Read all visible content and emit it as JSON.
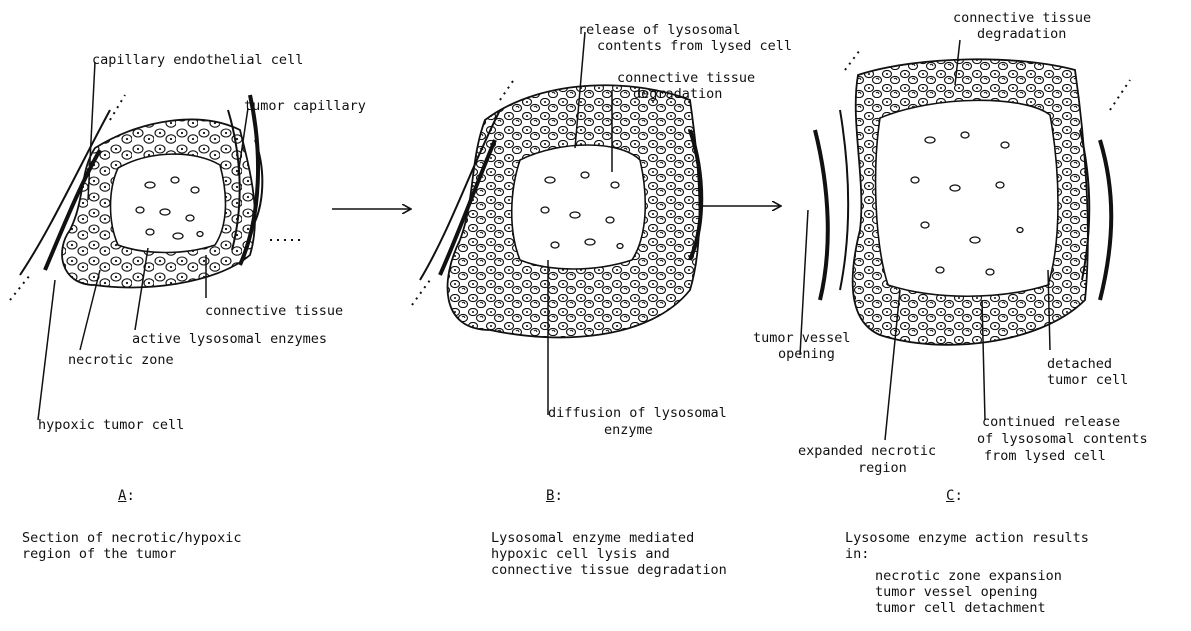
{
  "panels": {
    "a": {
      "letter": "A",
      "suffix": ":",
      "caption": [
        "Section of necrotic/hypoxic",
        "region of the tumor"
      ],
      "labels": {
        "capillary_endothelial_cell": "capillary endothelial cell",
        "tumor_capillary": "tumor capillary",
        "connective_tissue": "connective tissue",
        "active_lysosomal_enzymes": "active lysosomal enzymes",
        "necrotic_zone": "necrotic zone",
        "hypoxic_tumor_cell": "hypoxic tumor cell"
      }
    },
    "b": {
      "letter": "B",
      "suffix": ":",
      "caption": [
        "Lysosomal enzyme mediated",
        "hypoxic cell lysis and",
        "connective tissue degradation"
      ],
      "labels": {
        "release_line1": "release of lysosomal",
        "release_line2": "contents from lysed cell",
        "ct_degradation_line1": "connective tissue",
        "ct_degradation_line2": "degradation",
        "diffusion_line1": "diffusion of lysosomal",
        "diffusion_line2": "enzyme"
      }
    },
    "c": {
      "letter": "C",
      "suffix": ":",
      "caption_intro": [
        "Lysosome enzyme action results",
        "in:"
      ],
      "caption_items": [
        "necrotic zone expansion",
        "tumor vessel opening",
        "tumor cell detachment"
      ],
      "labels": {
        "ct_degradation_line1": "connective tissue",
        "ct_degradation_line2": "degradation",
        "vessel_line1": "tumor vessel",
        "vessel_line2": "opening",
        "detached_line1": "detached",
        "detached_line2": "tumor cell",
        "continued_line1": "continued release",
        "continued_line2": "of lysosomal contents",
        "continued_line3": "from lysed cell",
        "expanded_line1": "expanded necrotic",
        "expanded_line2": "region"
      }
    }
  }
}
